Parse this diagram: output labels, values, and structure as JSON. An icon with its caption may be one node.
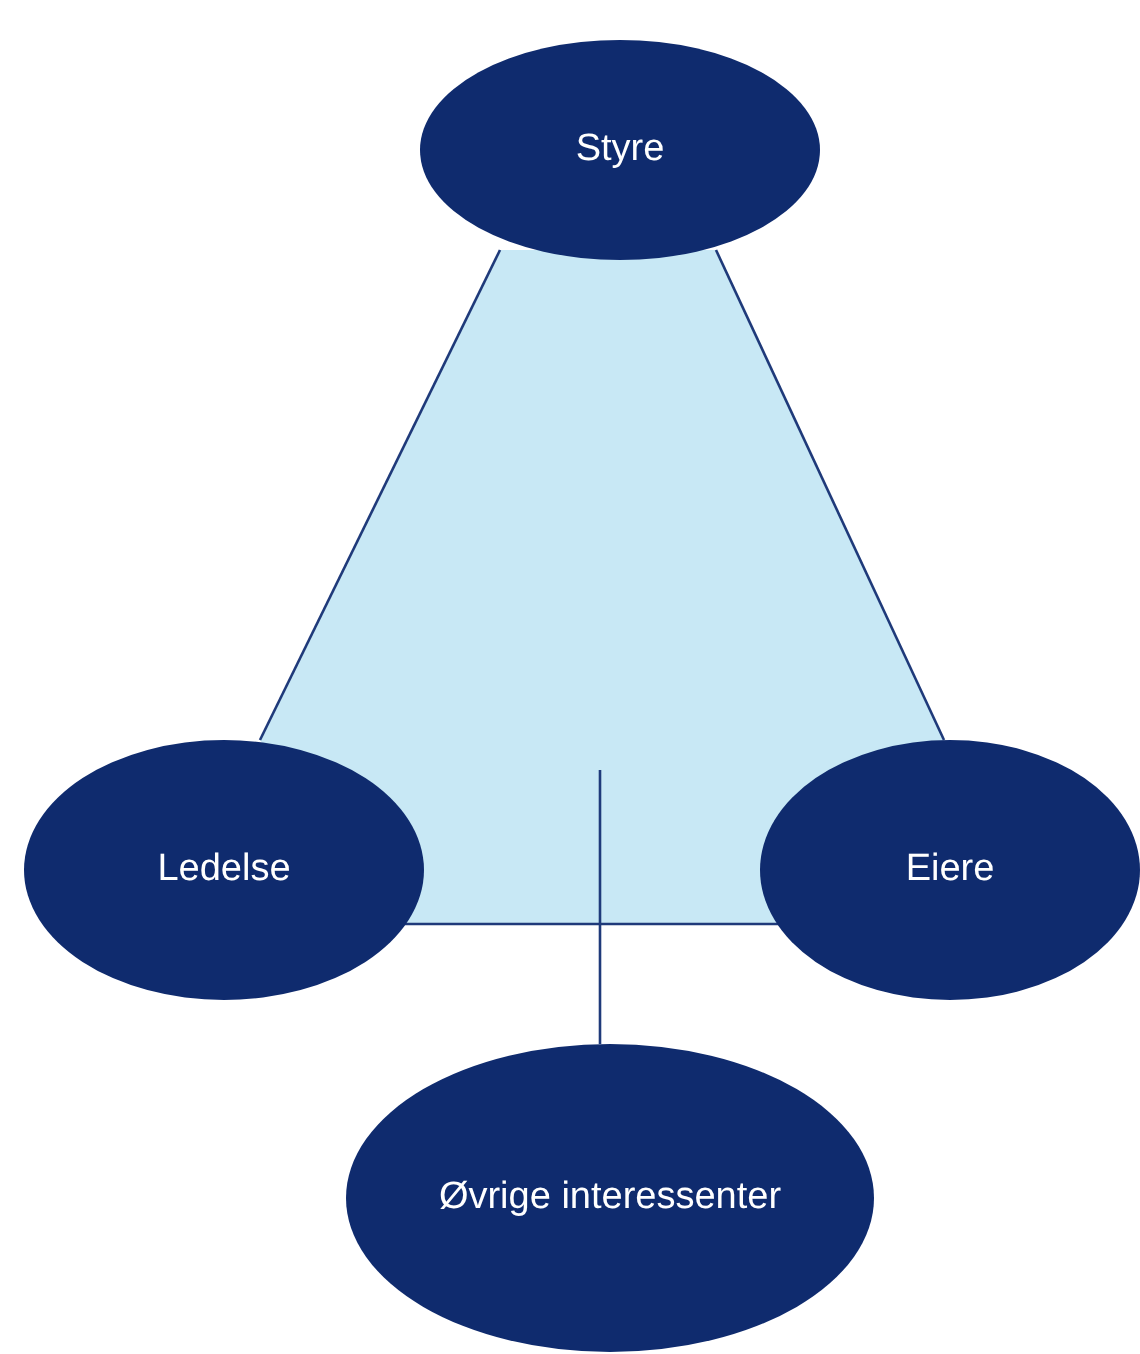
{
  "diagram": {
    "nodes": [
      {
        "text": [
          "Styre"
        ]
      },
      {
        "text": [
          "Ledelse"
        ]
      },
      {
        "text": [
          "Eiere"
        ]
      },
      {
        "text": [
          "Øvrige interessenter"
        ]
      }
    ],
    "edges": [
      {
        "from": 0,
        "to": 1,
        "arrow": "none"
      },
      {
        "from": 0,
        "to": 2,
        "arrow": "none"
      },
      {
        "from": 1,
        "to": 2,
        "arrow": "none"
      },
      {
        "from": null,
        "to": 3,
        "arrow": "none"
      }
    ]
  }
}
